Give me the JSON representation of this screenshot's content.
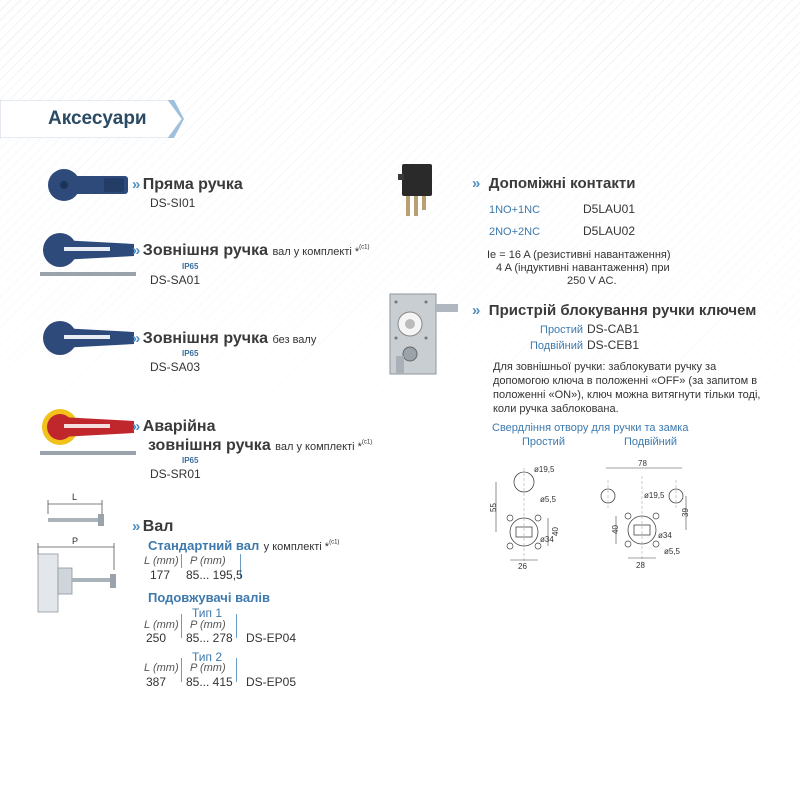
{
  "header": {
    "title": "Аксесуари"
  },
  "left": {
    "straight_handle": {
      "title": "Пряма ручка",
      "code": "DS-SI01"
    },
    "external_handle_shaft": {
      "title": "Зовнішня ручка",
      "note": "вал у комплекті *",
      "note_sup": "(c1)",
      "ip": "IP65",
      "code": "DS-SA01"
    },
    "external_handle_noshaft": {
      "title": "Зовнішня ручка",
      "note": "без валу",
      "ip": "IP65",
      "code": "DS-SA03"
    },
    "emergency_handle": {
      "title_line1": "Аварійна",
      "title_line2": "зовнішня ручка",
      "note": "вал у комплекті *",
      "note_sup": "(c1)",
      "ip": "IP65",
      "code": "DS-SR01"
    },
    "shaft": {
      "title": "Вал",
      "standard_title": "Стандартний вал",
      "standard_note": "у комплекті *",
      "standard_sup": "(c1)",
      "col_l": "L (mm)",
      "col_p": "P (mm)",
      "standard_row": {
        "l": "177",
        "p": "85... 195,5"
      },
      "ext_title": "Подовжувачі валів",
      "type1": {
        "label": "Тип 1",
        "l": "250",
        "p": "85... 278",
        "code": "DS-EP04"
      },
      "type2": {
        "label": "Тип 2",
        "l": "387",
        "p": "85... 415",
        "code": "DS-EP05"
      },
      "diagram_l": "L",
      "diagram_p": "P"
    }
  },
  "right": {
    "aux": {
      "title": "Допоміжні контакти",
      "rows": [
        {
          "label": "1NO+1NC",
          "code": "D5LAU01"
        },
        {
          "label": "2NO+2NC",
          "code": "D5LAU02"
        }
      ],
      "rating_line1": "Ie = 16 A (резистивні навантаження)",
      "rating_line2": "4 A (індуктивні навантаження) при",
      "rating_line3": "250 V AC."
    },
    "lock": {
      "title": "Пристрій блокування ручки ключем",
      "rows": [
        {
          "label": "Простий",
          "code": "DS-CAB1"
        },
        {
          "label": "Подвійний",
          "code": "DS-CEB1"
        }
      ],
      "desc_line1": "Для зовнішньої ручки: заблокувати ручку за",
      "desc_line2": "допомогою ключа в положенні «OFF» (за запитом в",
      "desc_line3": "положенні «ON»), ключ можна витягнути тільки тоді,",
      "desc_line4": "коли ручка заблокована.",
      "drill_title": "Свердління отвору для ручки та замка",
      "drill_simple": "Простий",
      "drill_double": "Подвійний"
    },
    "drawing": {
      "d19": "ø19,5",
      "d55": "ø5,5",
      "d34": "ø34",
      "dim55": "55",
      "dim40": "40",
      "dim26": "26",
      "dim78": "78",
      "dim39": "39",
      "dim28": "28"
    }
  }
}
